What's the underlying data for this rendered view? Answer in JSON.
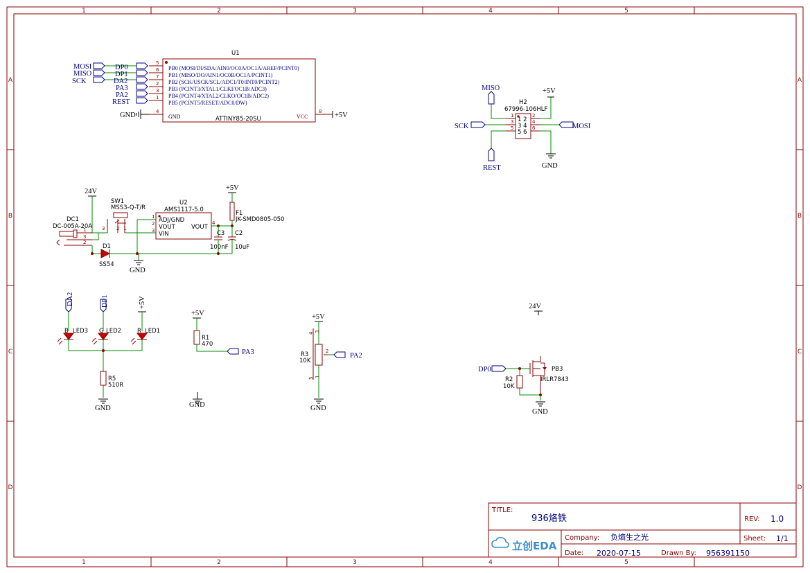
{
  "frame": {
    "columns": [
      "1",
      "2",
      "3",
      "4",
      "5"
    ],
    "rows": [
      "A",
      "B",
      "C",
      "D"
    ]
  },
  "u1": {
    "ref": "U1",
    "part": "ATTINY85-20SU",
    "pins": [
      {
        "num": "5",
        "name": "PB0 (MOSI/DI/SDA/AIN0/OC0A/OC1A/AREF/PCINT0)"
      },
      {
        "num": "6",
        "name": "PB1 (MISO/DO/AIN1/OC0B/OC1A/PCINT1)"
      },
      {
        "num": "7",
        "name": "PB2 (SCK/USCK/SCL/ADC1/T0/INT0/PCINT2)"
      },
      {
        "num": "2",
        "name": "PB3 (PCINT3/XTAL1/CLKI/OC1B/ADC3)"
      },
      {
        "num": "3",
        "name": "PB4 (PCINT4/XTAL2/CLKO/OC1B/ADC2)"
      },
      {
        "num": "1",
        "name": "PB5 (PCINT5/RESET/ADC0/DW)"
      }
    ],
    "gnd_pin_num": "4",
    "gnd_pin_name": "GND",
    "vcc_pin_num": "8",
    "vcc_pin_name": "VCC",
    "left_nets_outer": [
      "MOSI",
      "MISO",
      "SCK"
    ],
    "left_nets_inner": [
      "DP0",
      "DP1",
      "DA2"
    ],
    "left_nets_plain": [
      "PA3",
      "PA2",
      "REST"
    ],
    "gnd_net": "GND",
    "vcc_net": "+5V"
  },
  "h2": {
    "ref": "H2",
    "part": "67996-106HLF",
    "pin_pairs": [
      "1 2",
      "3 4",
      "5 6"
    ],
    "left_pins": [
      "1",
      "3",
      "5"
    ],
    "right_pins": [
      "2",
      "4",
      "6"
    ],
    "net_miso": "MISO",
    "net_vcc": "+5V",
    "net_sck": "SCK",
    "net_mosi": "MOSI",
    "net_rest": "REST",
    "net_gnd": "GND"
  },
  "power": {
    "dc1_ref": "DC1",
    "dc1_part": "DC-005A-20A",
    "dc1_pins": [
      "1",
      "3",
      "2"
    ],
    "sw1_ref": "SW1",
    "sw1_part": "MSS3-Q-T/R",
    "sw1_pins": [
      "3",
      "2",
      "1"
    ],
    "u2_ref": "U2",
    "u2_part": "AMS1117-5.0",
    "u2_pins": [
      {
        "num": "1",
        "name": "ADJ/GND"
      },
      {
        "num": "2",
        "name": "VOUT"
      },
      {
        "num": "3",
        "name": "VIN"
      }
    ],
    "u2_out_pin_num": "4",
    "u2_out_pin_name": "VOUT",
    "f1_ref": "F1",
    "f1_part": "JK-SMD0805-050",
    "c3_ref": "C3",
    "c3_value": "100nF",
    "c2_ref": "C2",
    "c2_value": "10uF",
    "d1_ref": "D1",
    "d1_part": "SS54",
    "net_24v": "24V",
    "net_5v": "+5V",
    "net_gnd": "GND"
  },
  "leds": {
    "led3_ref": "LED3",
    "led3_pin": "B",
    "led3_net": "DA2",
    "led2_ref": "LED2",
    "led2_pin": "G",
    "led2_net": "DP1",
    "led1_ref": "LED1",
    "led1_pin": "R",
    "led1_net": "+5V",
    "r5_ref": "R5",
    "r5_value": "510R",
    "net_gnd": "GND"
  },
  "r1": {
    "ref": "R1",
    "value": "470",
    "net_top": "+5V",
    "net_port": "PA3",
    "net_gnd": "GND"
  },
  "r3": {
    "ref": "R3",
    "value": "10K",
    "net_top": "+5V",
    "net_port": "PA2",
    "net_gnd": "GND",
    "pins": [
      "4",
      "3",
      "2",
      "5",
      "1"
    ]
  },
  "mosfet": {
    "ref": "PB3",
    "part": "IRLR7843",
    "r2_ref": "R2",
    "r2_value": "10K",
    "net_in": "DP0",
    "net_24v": "24V",
    "net_gnd": "GND"
  },
  "title_block": {
    "title_label": "TITLE:",
    "title": "936烙铁",
    "rev_label": "REV:",
    "rev": "1.0",
    "logo_text": "立创EDA",
    "company_label": "Company:",
    "company": "负熵生之光",
    "sheet_label": "Sheet:",
    "sheet": "1/1",
    "date_label": "Date:",
    "date": "2020-07-15",
    "drawn_label": "Drawn By:",
    "drawn": "956391150"
  }
}
